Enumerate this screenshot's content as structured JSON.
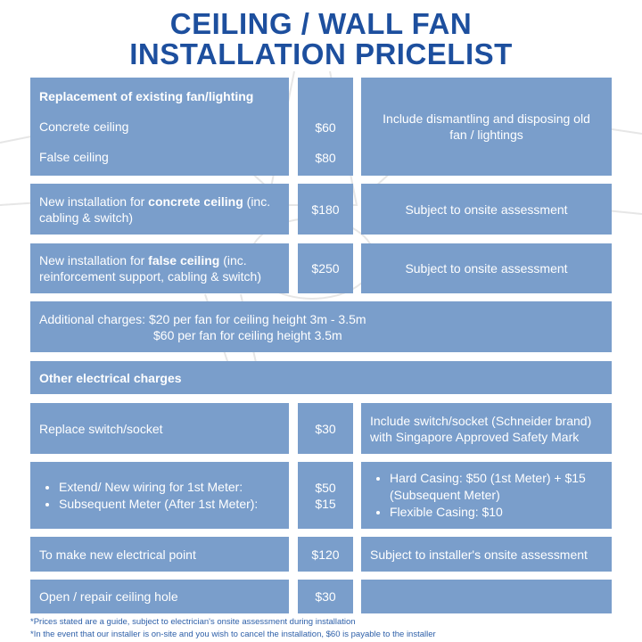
{
  "title": {
    "line1": "CEILING / WALL FAN",
    "line2": "INSTALLATION PRICELIST"
  },
  "rows": {
    "replacement": {
      "heading": "Replacement of existing fan/lighting",
      "items": [
        {
          "label": "Concrete ceiling",
          "price": "$60"
        },
        {
          "label": "False ceiling",
          "price": "$80"
        }
      ],
      "note": "Include dismantling and disposing old fan / lightings"
    },
    "concrete": {
      "pre": "New installation for ",
      "bold": "concrete ceiling",
      "post": " (inc. cabling & switch)",
      "price": "$180",
      "note": "Subject to onsite assessment"
    },
    "false": {
      "pre": "New installation for ",
      "bold": "false ceiling",
      "post": " (inc. reinforcement support, cabling & switch)",
      "price": "$250",
      "note": "Subject to onsite assessment"
    },
    "additional": {
      "line1": "Additional charges: $20 per fan for ceiling height 3m - 3.5m",
      "line2": "$60 per fan for ceiling height 3.5m"
    },
    "other_heading": "Other electrical charges",
    "switch": {
      "label": "Replace switch/socket",
      "price": "$30",
      "note": "Include switch/socket (Schneider brand) with Singapore Approved Safety Mark"
    },
    "wiring": {
      "items": [
        "Extend/ New wiring for 1st Meter:",
        "Subsequent Meter (After 1st Meter):"
      ],
      "prices": [
        "$50",
        "$15"
      ],
      "notes": [
        "Hard Casing: $50 (1st Meter) + $15 (Subsequent Meter)",
        "Flexible Casing: $10"
      ]
    },
    "point": {
      "label": "To make new electrical point",
      "price": "$120",
      "note": "Subject to installer's onsite assessment"
    },
    "hole": {
      "label": "Open / repair ceiling hole",
      "price": "$30"
    }
  },
  "footnotes": [
    "*Prices stated are a guide, subject to electrician's onsite assessment during installation",
    "*In the event that our installer is on-site and you wish to cancel the installation, $60 is payable to the installer"
  ],
  "colors": {
    "title": "#1d4f9e",
    "cell": "#7a9ecb",
    "footnote": "#2d5fa8"
  }
}
